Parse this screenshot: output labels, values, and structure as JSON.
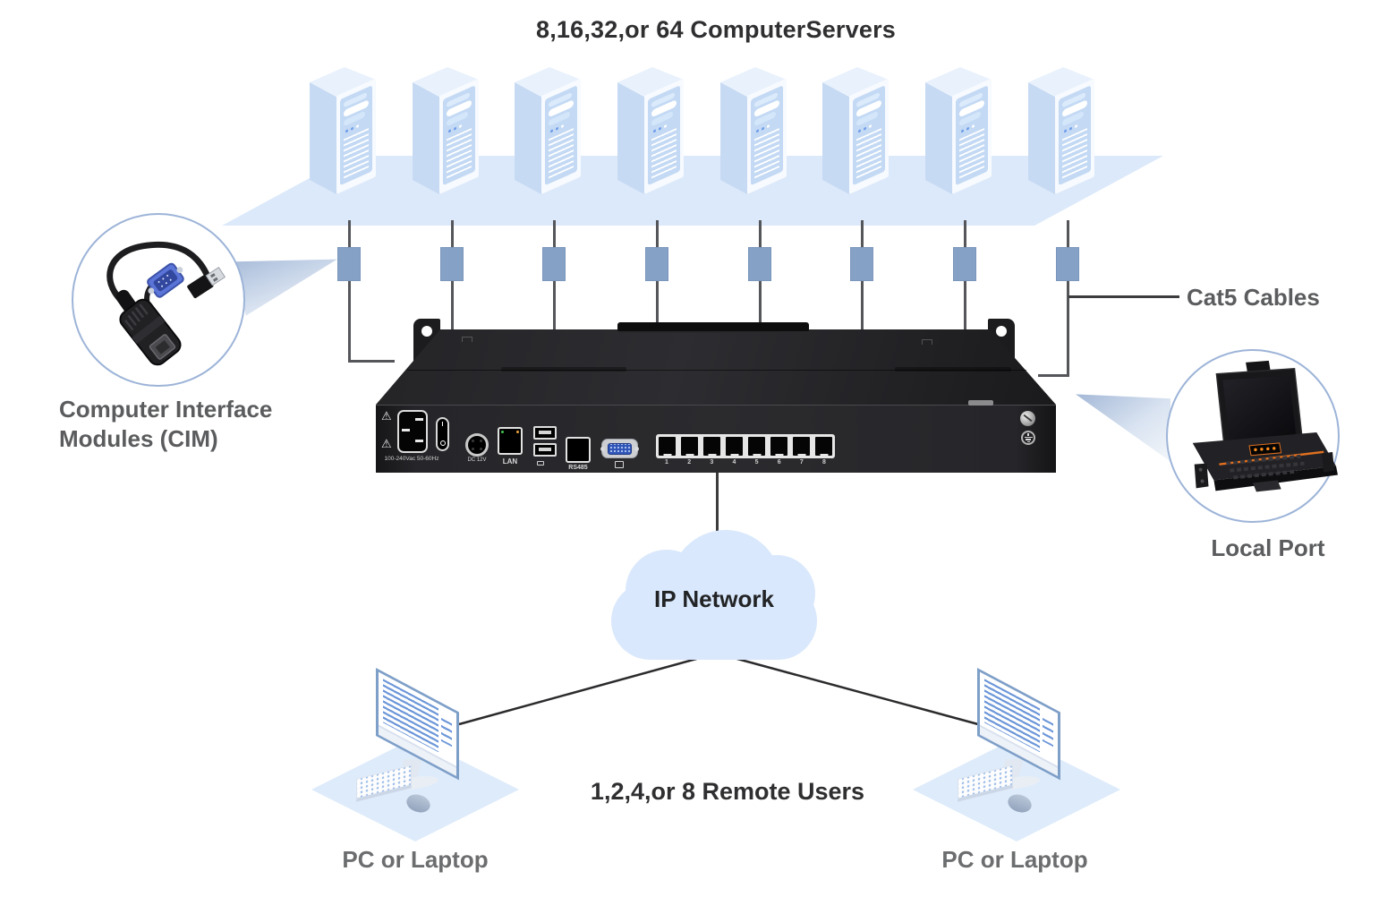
{
  "title": "8,16,32,or 64 ComputerServers",
  "callouts": {
    "cim": {
      "label_line1": "Computer Interface",
      "label_line2": "Modules (CIM)"
    },
    "local_port": {
      "label": "Local Port"
    },
    "cat5": {
      "label": "Cat5 Cables"
    }
  },
  "cloud": {
    "label": "IP Network"
  },
  "remote_users": {
    "label": "1,2,4,or 8 Remote Users"
  },
  "pcs": {
    "left_label": "PC or Laptop",
    "right_label": "PC or Laptop"
  },
  "kvm_device": {
    "power_rating": "100-240Vac 50-60Hz",
    "dc_port_label": "DC 12V",
    "lan_port_label": "LAN",
    "rs485_port_label": "RS485",
    "switch_on": "I",
    "port_numbers": [
      "1",
      "2",
      "3",
      "4",
      "5",
      "6",
      "7",
      "8"
    ]
  },
  "counts": {
    "servers": 8,
    "cim_modules": 8,
    "kvm_ports": 8
  },
  "icons": {
    "warning": "⚠"
  },
  "colors": {
    "server_blue": "#c7daf3",
    "floor_blue": "#dce9fa",
    "cim_square_blue": "#86a1c6",
    "cloud_blue": "#d9e8fc",
    "label_gray": "#5b5c5e",
    "title_dark": "#2f2f31",
    "device_black": "#232326",
    "vga_blue": "#3156b8",
    "accent_orange": "#e07020"
  }
}
